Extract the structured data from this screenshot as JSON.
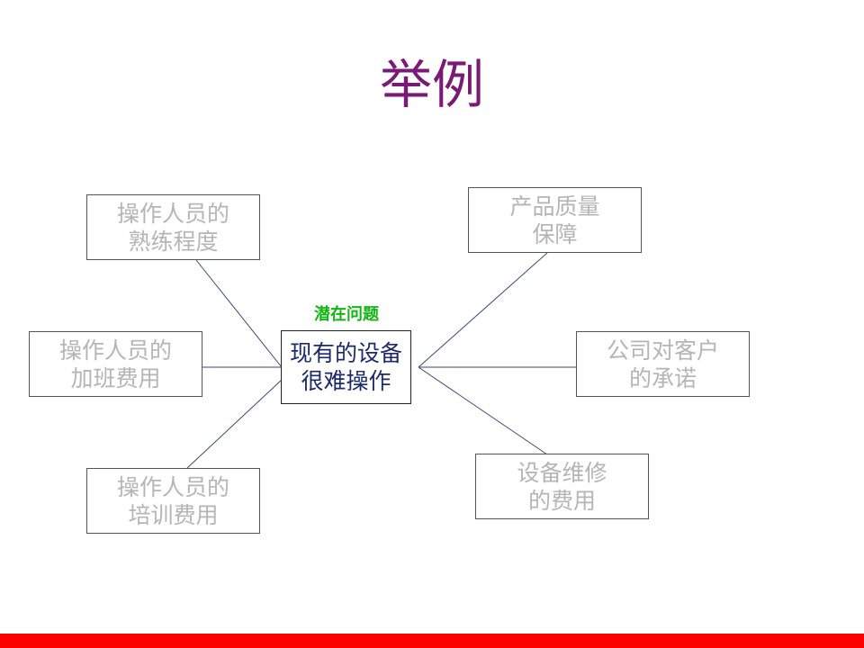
{
  "slide": {
    "title": "举例",
    "title_color": "#7a1a76",
    "accent_bar_color": "#ff0000"
  },
  "diagram": {
    "center": {
      "tag": "潜在问题",
      "tag_color": "#13b513",
      "line1": "现有的设备",
      "line2": "很难操作"
    },
    "factors": [
      {
        "id": "skill",
        "line1": "操作人员的",
        "line2": "熟练程度"
      },
      {
        "id": "overtime",
        "line1": "操作人员的",
        "line2": "加班费用"
      },
      {
        "id": "training",
        "line1": "操作人员的",
        "line2": "培训费用"
      },
      {
        "id": "quality",
        "line1": "产品质量",
        "line2": "保障"
      },
      {
        "id": "promise",
        "line1": "公司对客户",
        "line2": "的承诺"
      },
      {
        "id": "repair",
        "line1": "设备维修",
        "line2": "的费用"
      }
    ]
  }
}
